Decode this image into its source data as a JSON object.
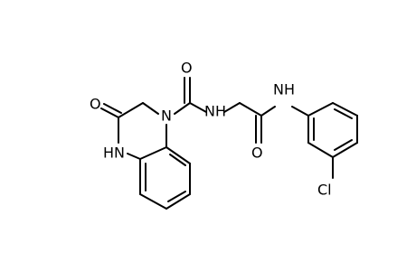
{
  "molecule": {
    "atoms": {
      "carbonyl_o_top": "O",
      "amide_nh_right": "NH",
      "amide_nh_mid": "NH",
      "ring_n": "N",
      "ring_nh": "HN",
      "ring_carbonyl_o": "O",
      "amide_o_bottom": "O",
      "chlorine": "Cl"
    }
  },
  "colors": {
    "bond": "#000000",
    "label": "#000000",
    "background": "#ffffff"
  }
}
